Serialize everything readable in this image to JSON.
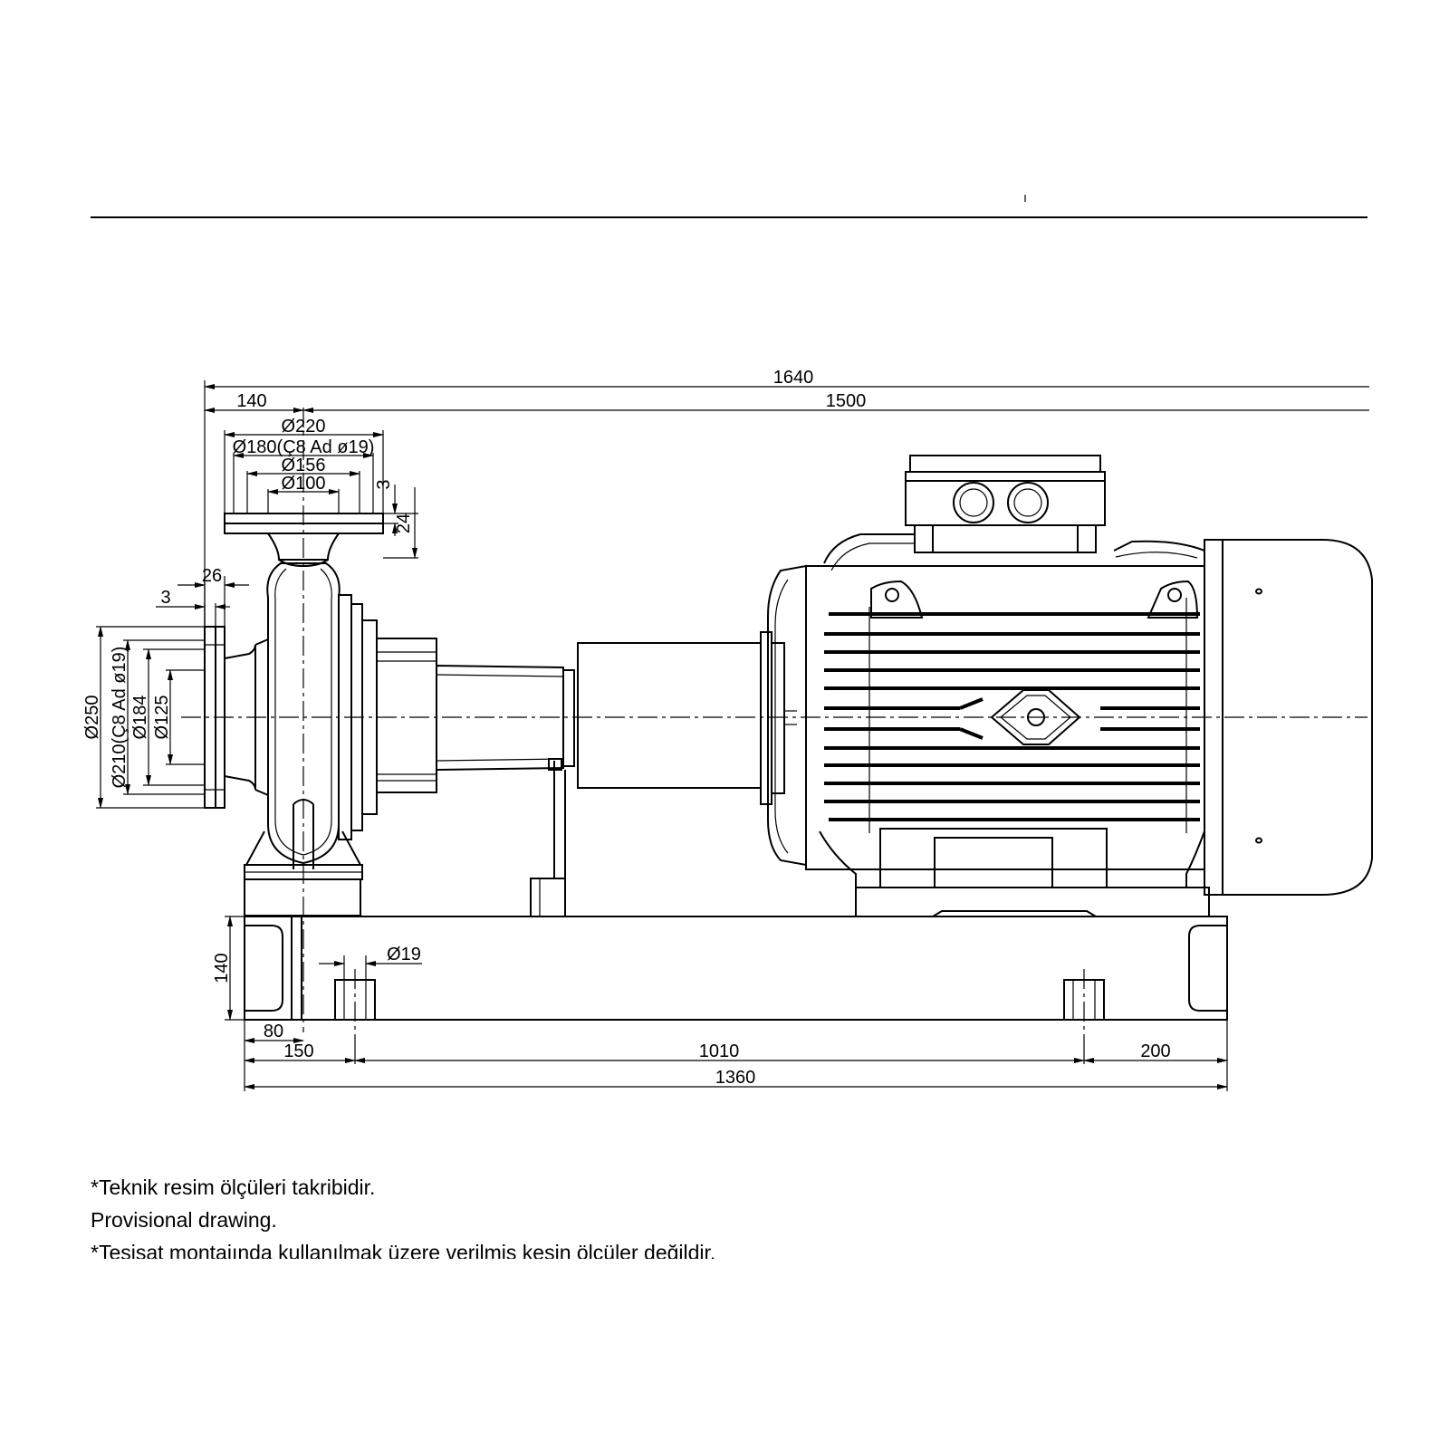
{
  "dimensions": {
    "overall_1640": "1640",
    "flange_offset_140": "140",
    "length_1500": "1500",
    "top_flange_d220": "Ø220",
    "top_flange_d180": "Ø180(Ç8 Ad ø19)",
    "top_flange_d156": "Ø156",
    "top_flange_d100": "Ø100",
    "top_flange_3": "3",
    "top_flange_24": "24",
    "side_flange_26": "26",
    "side_flange_3": "3",
    "side_flange_d250": "Ø250",
    "side_flange_d210": "Ø210(Ç8 Ad ø19)",
    "side_flange_d184": "Ø184",
    "side_flange_d125": "Ø125",
    "base_height_140": "140",
    "anchor_hole_d19": "Ø19",
    "base_80": "80",
    "base_150": "150",
    "base_1010": "1010",
    "base_200": "200",
    "base_1360": "1360"
  },
  "notes": [
    "*Teknik resim ölçüleri takribidir.",
    "Provisional drawing.",
    "*Tesisat montajında kullanılmak üzere verilmiş kesin ölçüler değildir."
  ]
}
